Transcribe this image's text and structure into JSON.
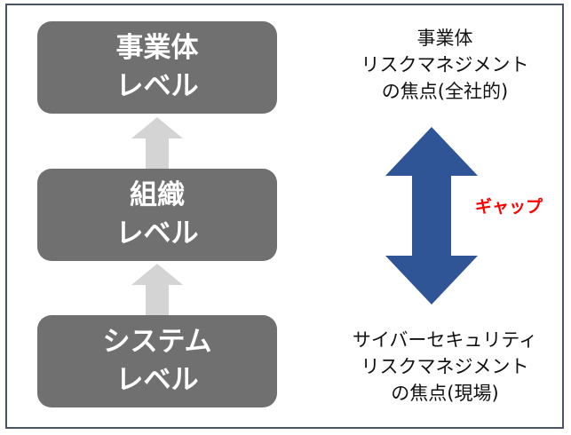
{
  "levels": {
    "top": {
      "line1": "事業体",
      "line2": "レベル"
    },
    "middle": {
      "line1": "組織",
      "line2": "レベル"
    },
    "bottom": {
      "line1": "システム",
      "line2": "レベル"
    }
  },
  "focus": {
    "top": {
      "line1": "事業体",
      "line2": "リスクマネジメント",
      "line3": "の焦点(全社的)"
    },
    "bottom": {
      "line1": "サイバーセキュリティ",
      "line2": "リスクマネジメント",
      "line3": "の焦点(現場)"
    }
  },
  "gap_label": "ギャップ",
  "colors": {
    "box_fill": "#707070",
    "up_arrow": "#d4d4d4",
    "double_arrow": "#2f5597",
    "gap_text": "#ff0000",
    "frame_border": "#4a5568"
  }
}
